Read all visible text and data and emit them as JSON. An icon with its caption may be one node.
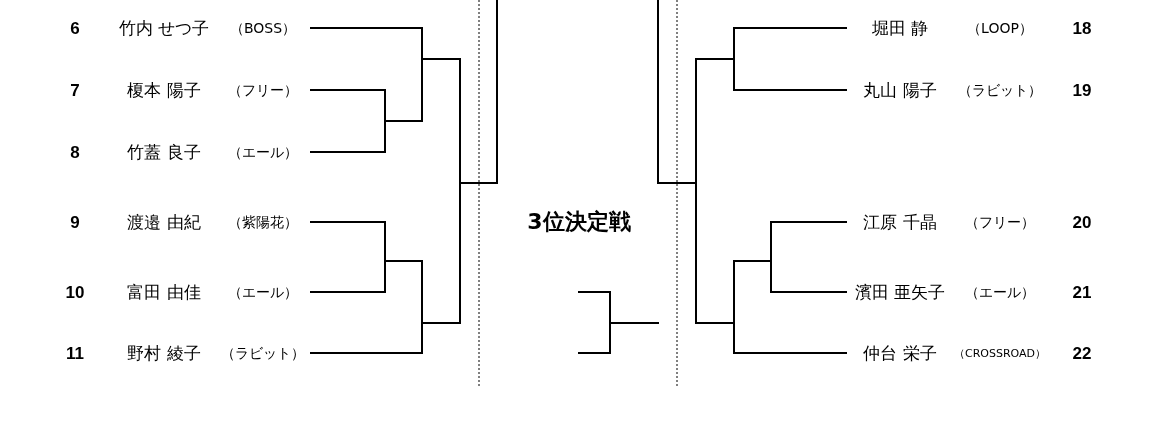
{
  "diagram": {
    "nodes": [
      {
        "text": [
          "竹内 せつ子",
          "（BOSS）"
        ],
        "beside": [
          "6"
        ]
      },
      {
        "text": [
          "榎本 陽子",
          "（フリー）"
        ],
        "beside": [
          "7"
        ]
      },
      {
        "text": [
          "竹蓋 良子",
          "（エール）"
        ],
        "beside": [
          "8"
        ]
      },
      {
        "text": [
          "渡邉 由紀",
          "（紫陽花）"
        ],
        "beside": [
          "9"
        ]
      },
      {
        "text": [
          "富田 由佳",
          "（エール）"
        ],
        "beside": [
          "10"
        ]
      },
      {
        "text": [
          "野村 綾子",
          "（ラビット）"
        ],
        "beside": [
          "11"
        ]
      },
      {
        "text": [
          "堀田 静",
          "（LOOP）"
        ],
        "beside": [
          "18"
        ]
      },
      {
        "text": [
          "丸山 陽子",
          "（ラビット）"
        ],
        "beside": [
          "19"
        ]
      },
      {
        "text": [
          "江原 千晶",
          "（フリー）"
        ],
        "beside": [
          "20"
        ]
      },
      {
        "text": [
          "濱田 亜矢子",
          "（エール）"
        ],
        "beside": [
          "21"
        ]
      },
      {
        "text": [
          "仲台 栄子",
          "（CROSSROAD）"
        ],
        "beside": [
          "22"
        ]
      }
    ],
    "edges": [
      {
        "from": 0,
        "to": null,
        "arrow": "none"
      },
      {
        "from": 1,
        "to": null,
        "arrow": "none"
      },
      {
        "from": 2,
        "to": null,
        "arrow": "none"
      },
      {
        "from": 3,
        "to": null,
        "arrow": "none"
      },
      {
        "from": 4,
        "to": null,
        "arrow": "none"
      },
      {
        "from": 5,
        "to": null,
        "arrow": "none"
      },
      {
        "from": 6,
        "to": null,
        "arrow": "none"
      },
      {
        "from": 7,
        "to": null,
        "arrow": "none"
      },
      {
        "from": 8,
        "to": null,
        "arrow": "none"
      },
      {
        "from": 9,
        "to": null,
        "arrow": "none"
      },
      {
        "from": 10,
        "to": null,
        "arrow": "none"
      }
    ],
    "labels": [
      "3位決定戦"
    ]
  }
}
